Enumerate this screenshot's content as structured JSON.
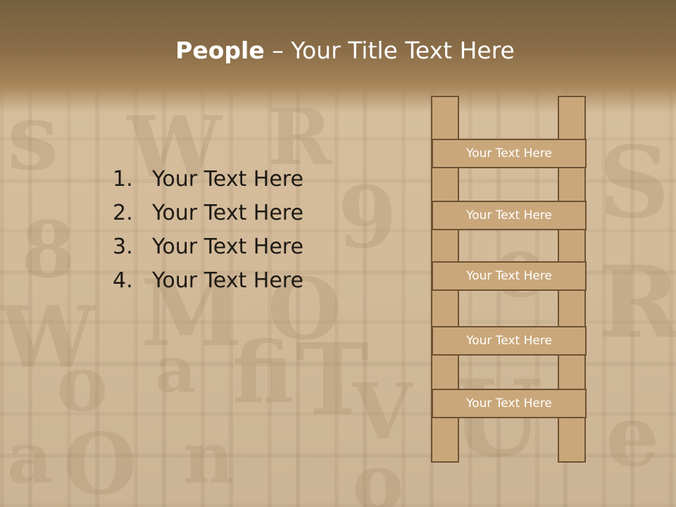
{
  "title": {
    "bold": "People",
    "rest": " – Your Title Text Here"
  },
  "list": [
    {
      "num": "1.",
      "text": "Your Text Here"
    },
    {
      "num": "2.",
      "text": "Your Text Here"
    },
    {
      "num": "3.",
      "text": "Your Text Here"
    },
    {
      "num": "4.",
      "text": "Your Text Here"
    }
  ],
  "ladder": {
    "steps": [
      "Your Text Here",
      "Your Text Here",
      "Your Text Here",
      "Your Text Here",
      "Your Text Here"
    ]
  },
  "colors": {
    "header": "#8a6d48",
    "wood": "#c9a77a",
    "outline": "#6e5332",
    "text": "#1e1a14"
  }
}
